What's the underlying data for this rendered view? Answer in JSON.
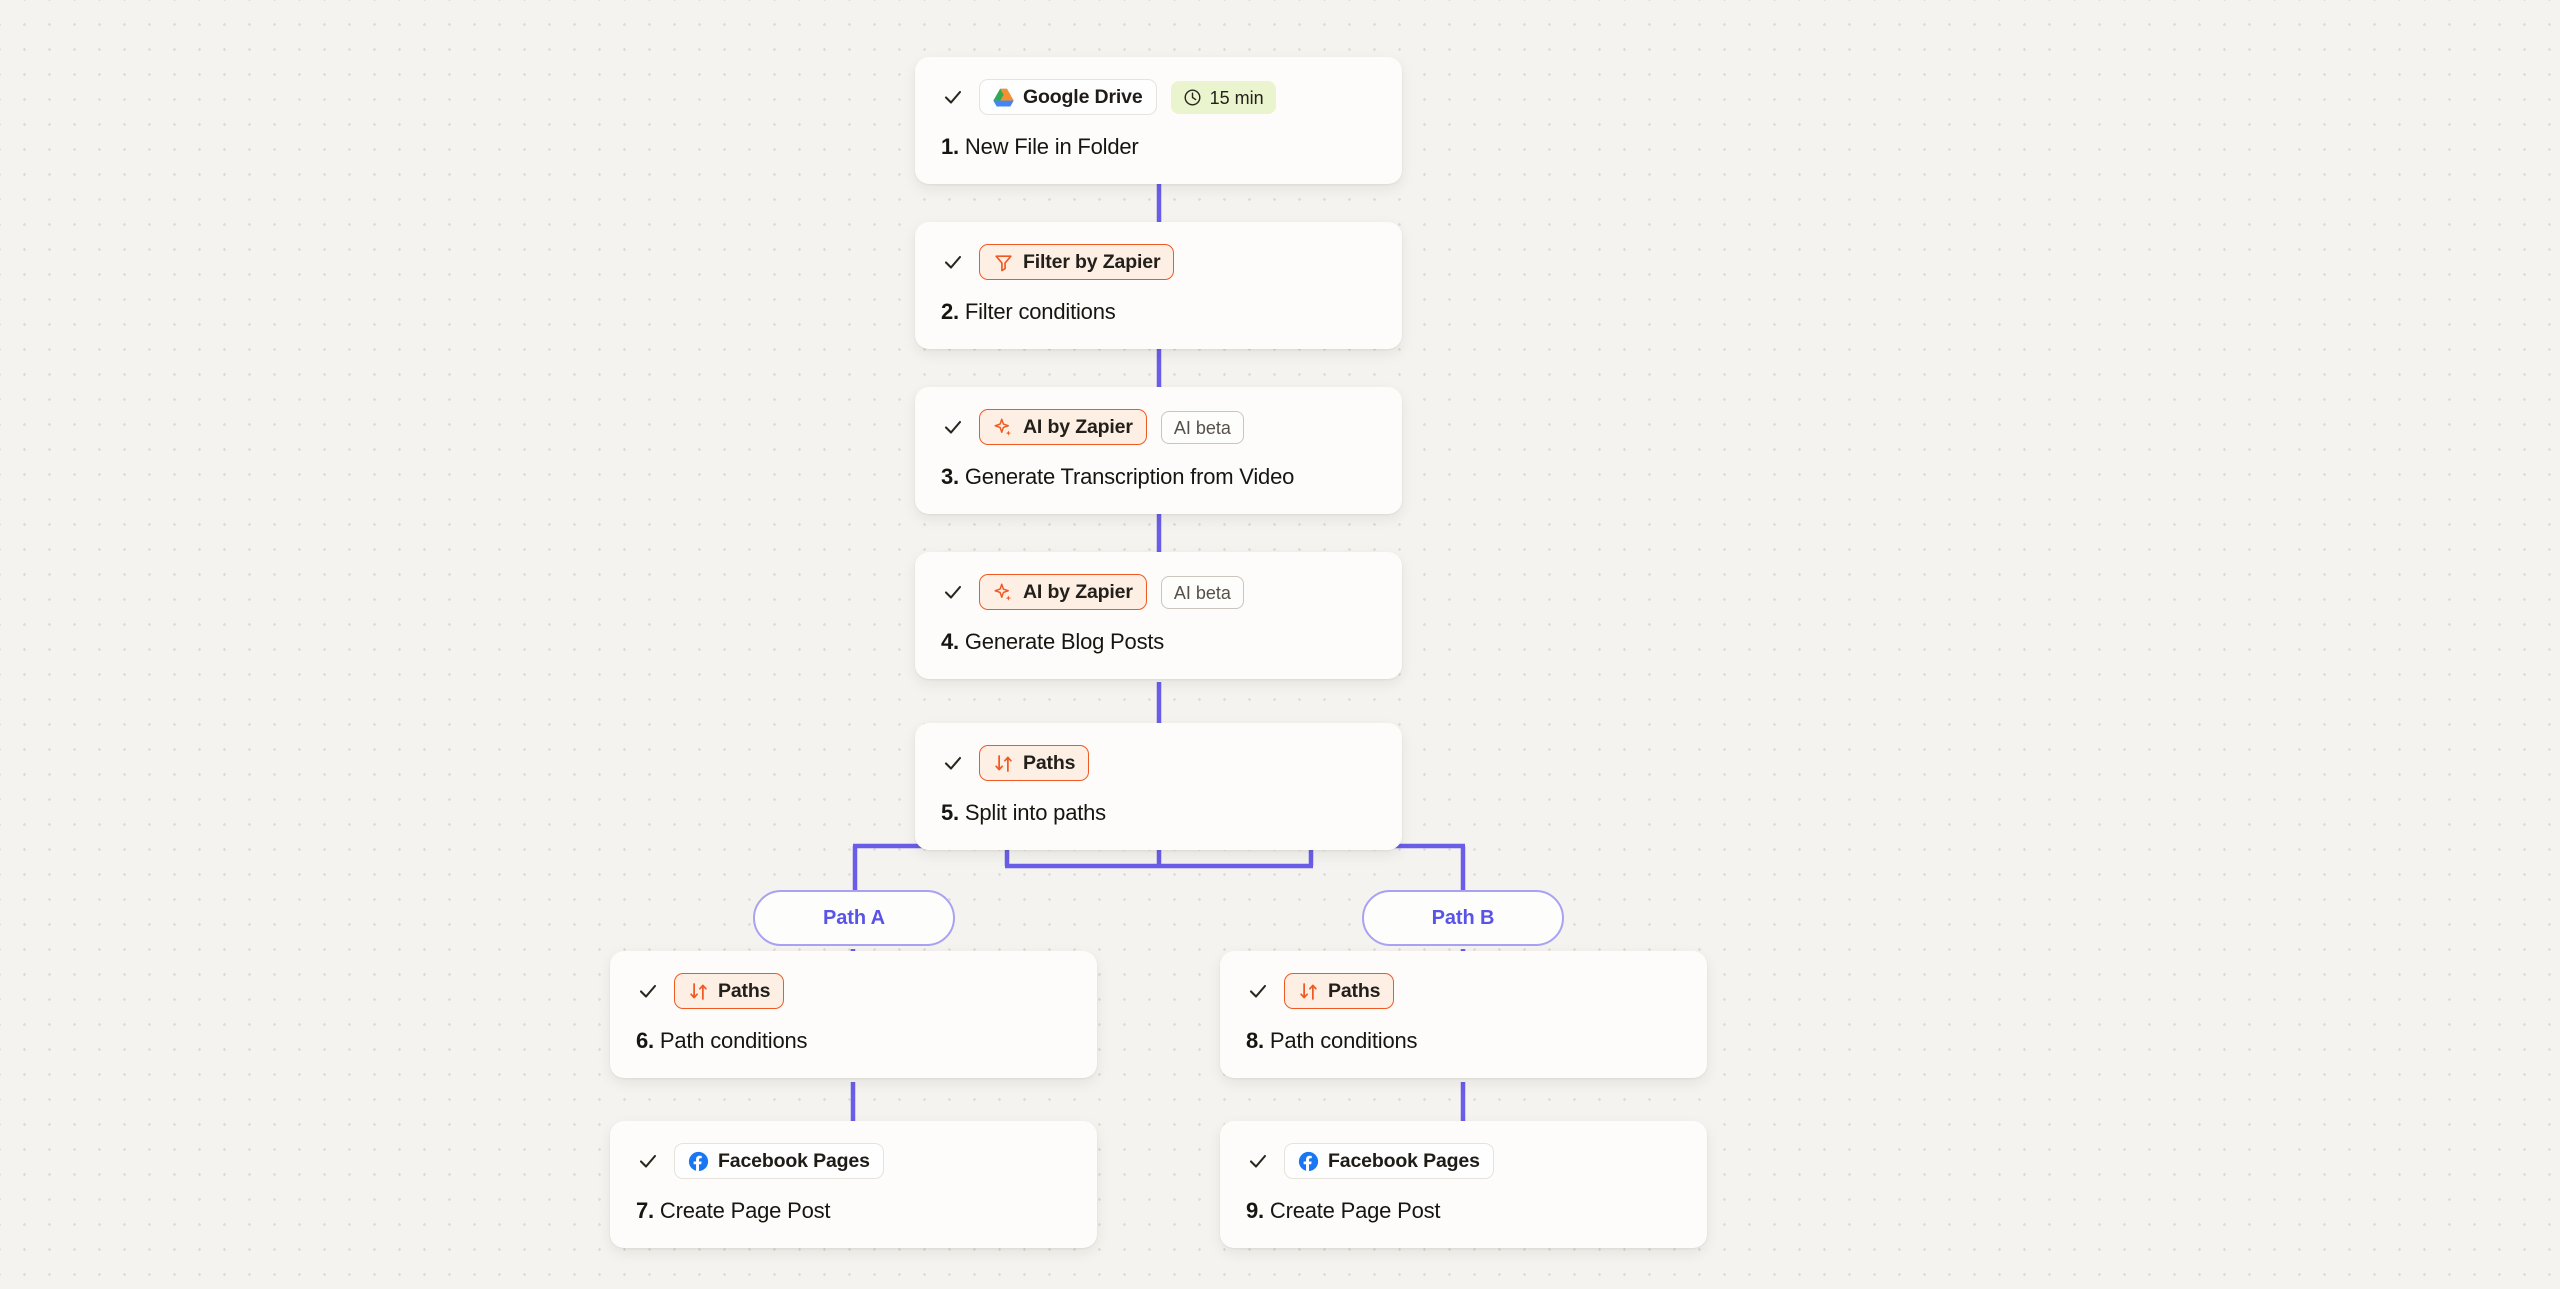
{
  "canvas": {
    "background_color": "#f4f3ef",
    "dot_color": "#dedcd4",
    "connector_color": "#6a5de8",
    "accent_orange": "#f05a22",
    "accent_purple": "#5a53e8"
  },
  "steps": [
    {
      "id": "step-1",
      "number": "1.",
      "name": "New File in Folder",
      "app": "Google Drive",
      "app_icon": "google-drive-icon",
      "chip_style": "neutral",
      "badge": {
        "label": "15 min",
        "icon": "clock-icon",
        "style": "time"
      },
      "checked": true,
      "check_icon": "check-icon"
    },
    {
      "id": "step-2",
      "number": "2.",
      "name": "Filter conditions",
      "app": "Filter by Zapier",
      "app_icon": "filter-icon",
      "chip_style": "zapier",
      "badge": null,
      "checked": true,
      "check_icon": "check-icon"
    },
    {
      "id": "step-3",
      "number": "3.",
      "name": "Generate Transcription from Video",
      "app": "AI by Zapier",
      "app_icon": "sparkle-icon",
      "chip_style": "zapier",
      "badge": {
        "label": "AI beta",
        "icon": null,
        "style": "beta"
      },
      "checked": true,
      "check_icon": "check-icon"
    },
    {
      "id": "step-4",
      "number": "4.",
      "name": "Generate Blog Posts",
      "app": "AI by Zapier",
      "app_icon": "sparkle-icon",
      "chip_style": "zapier",
      "badge": {
        "label": "AI beta",
        "icon": null,
        "style": "beta"
      },
      "checked": true,
      "check_icon": "check-icon"
    },
    {
      "id": "step-5",
      "number": "5.",
      "name": "Split into paths",
      "app": "Paths",
      "app_icon": "paths-icon",
      "chip_style": "zapier",
      "badge": null,
      "checked": true,
      "check_icon": "check-icon"
    }
  ],
  "paths": [
    {
      "id": "path-a",
      "label": "Path A",
      "steps": [
        {
          "id": "step-6",
          "number": "6.",
          "name": "Path conditions",
          "app": "Paths",
          "app_icon": "paths-icon",
          "chip_style": "zapier",
          "badge": null,
          "checked": true,
          "check_icon": "check-icon"
        },
        {
          "id": "step-7",
          "number": "7.",
          "name": "Create Page Post",
          "app": "Facebook Pages",
          "app_icon": "facebook-icon",
          "chip_style": "neutral",
          "badge": null,
          "checked": true,
          "check_icon": "check-icon"
        }
      ]
    },
    {
      "id": "path-b",
      "label": "Path B",
      "steps": [
        {
          "id": "step-8",
          "number": "8.",
          "name": "Path conditions",
          "app": "Paths",
          "app_icon": "paths-icon",
          "chip_style": "zapier",
          "badge": null,
          "checked": true,
          "check_icon": "check-icon"
        },
        {
          "id": "step-9",
          "number": "9.",
          "name": "Create Page Post",
          "app": "Facebook Pages",
          "app_icon": "facebook-icon",
          "chip_style": "neutral",
          "badge": null,
          "checked": true,
          "check_icon": "check-icon"
        }
      ]
    }
  ]
}
